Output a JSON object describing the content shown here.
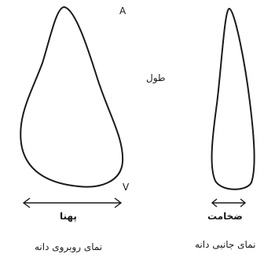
{
  "figure": {
    "point_top": "A",
    "point_bottom": "V",
    "label_length": "طول",
    "label_width": "پهنا",
    "label_thickness": "ضخامت",
    "caption_front": "نمای روبروی دانه",
    "caption_side": "نمای جانبی دانه",
    "stroke_color": "#1a1a1a"
  }
}
